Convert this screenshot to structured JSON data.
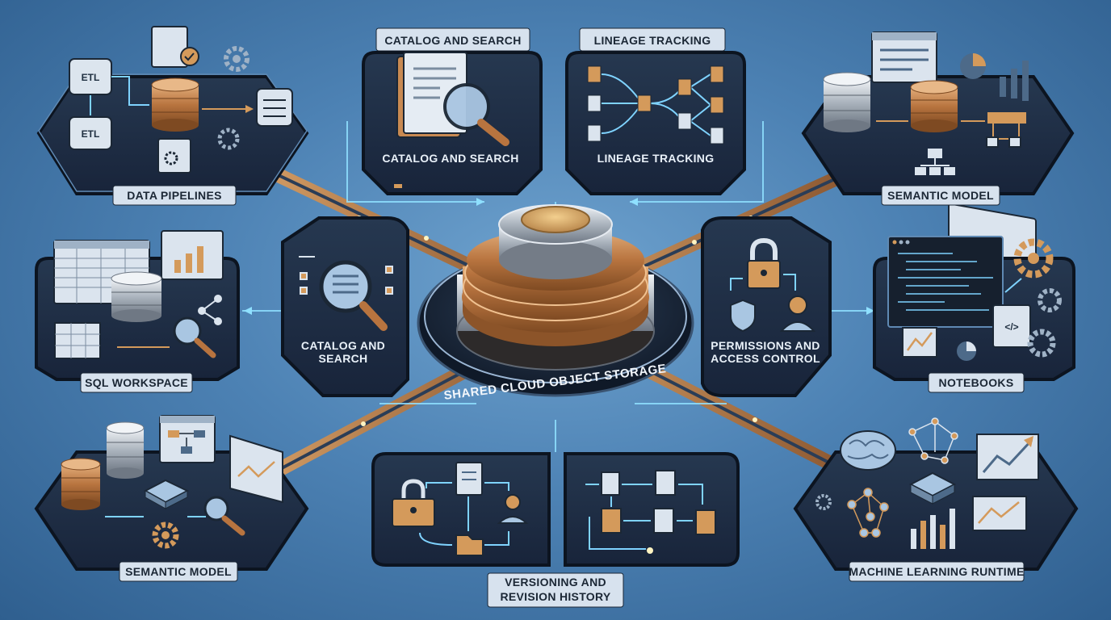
{
  "hub": {
    "label": "SHARED CLOUD OBJECT STORAGE"
  },
  "modules": {
    "data_pipelines": {
      "label": "DATA PIPELINES",
      "etl_top": "ETL",
      "etl_bottom": "ETL"
    },
    "catalog_top": {
      "tab_label": "CATALOG AND SEARCH",
      "label": "CATALOG AND SEARCH"
    },
    "lineage": {
      "tab_label": "LINEAGE TRACKING",
      "label": "LINEAGE TRACKING"
    },
    "semantic_top": {
      "label": "SEMANTIC MODEL"
    },
    "sql_workspace": {
      "label": "SQL WORKSPACE"
    },
    "catalog_mid": {
      "label_line1": "CATALOG AND",
      "label_line2": "SEARCH"
    },
    "permissions": {
      "label_line1": "PERMISSIONS AND",
      "label_line2": "ACCESS CONTROL"
    },
    "notebooks": {
      "label": "NOTEBOOKS"
    },
    "semantic_bottom": {
      "label": "SEMANTIC MODEL"
    },
    "versioning": {
      "label_line1": "VERSIONING AND",
      "label_line2": "REVISION HISTORY"
    },
    "ml_runtime": {
      "label": "MACHINE LEARNING RUNTIME"
    }
  },
  "colors": {
    "panel": "#1d2a3c",
    "panel_border": "#0e1724",
    "glow": "#7fd3ff",
    "copper": "#c98a52",
    "silver": "#c8ced6",
    "label_bg": "#d7e2ee"
  }
}
